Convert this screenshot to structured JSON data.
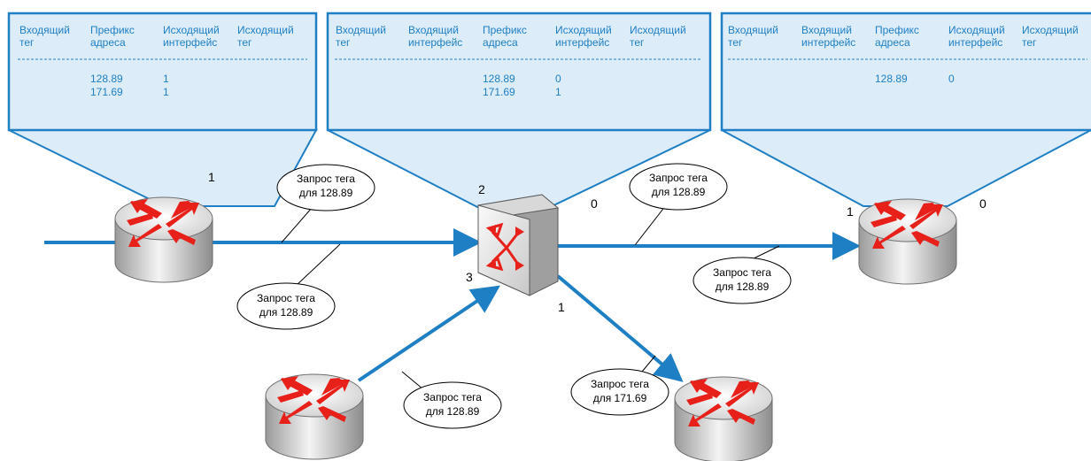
{
  "tables": [
    {
      "headers": [
        [
          "Входящий",
          "тег"
        ],
        [
          "Префикс",
          "адреса"
        ],
        [
          "Исходящий",
          "интерфейс"
        ],
        [
          "Исходящий",
          "тег"
        ]
      ],
      "rows": [
        [
          "",
          "128.89",
          "1",
          ""
        ],
        [
          "",
          "171.69",
          "1",
          ""
        ]
      ]
    },
    {
      "headers": [
        [
          "Входящий",
          "тег"
        ],
        [
          "Входящий",
          "интерфейс"
        ],
        [
          "Префикс",
          "адреса"
        ],
        [
          "Исходящий",
          "интерфейс"
        ],
        [
          "Исходящий",
          "тег"
        ]
      ],
      "rows": [
        [
          "",
          "",
          "128.89",
          "0",
          ""
        ],
        [
          "",
          "",
          "171.69",
          "1",
          ""
        ]
      ]
    },
    {
      "headers": [
        [
          "Входящий",
          "тег"
        ],
        [
          "Входящий",
          "интерфейс"
        ],
        [
          "Префикс",
          "адреса"
        ],
        [
          "Исходящий",
          "интерфейс"
        ],
        [
          "Исходящий",
          "тег"
        ]
      ],
      "rows": [
        [
          "",
          "",
          "128.89",
          "0",
          ""
        ]
      ]
    }
  ],
  "port_labels": {
    "left_router": "1",
    "switch_in": "2",
    "switch_out_right": "0",
    "switch_in_bottom": "3",
    "switch_out_down": "1",
    "right_router_in": "1",
    "right_router_out": "0"
  },
  "callouts": {
    "req_left_top": [
      "Запрос тега",
      "для 128.89"
    ],
    "req_left_bottom": [
      "Запрос тега",
      "для 128.89"
    ],
    "req_right_top": [
      "Запрос тега",
      "для 128.89"
    ],
    "req_right_bottom": [
      "Запрос тега",
      "для 128.89"
    ],
    "req_bottom_left": [
      "Запрос тега",
      "для 128.89"
    ],
    "req_bottom_right": [
      "Запрос тега",
      "для 171.69"
    ]
  },
  "colors": {
    "accent": "#1f7fc4",
    "arrow_red": "#e8201a",
    "table_bg": "#dcecf8"
  }
}
